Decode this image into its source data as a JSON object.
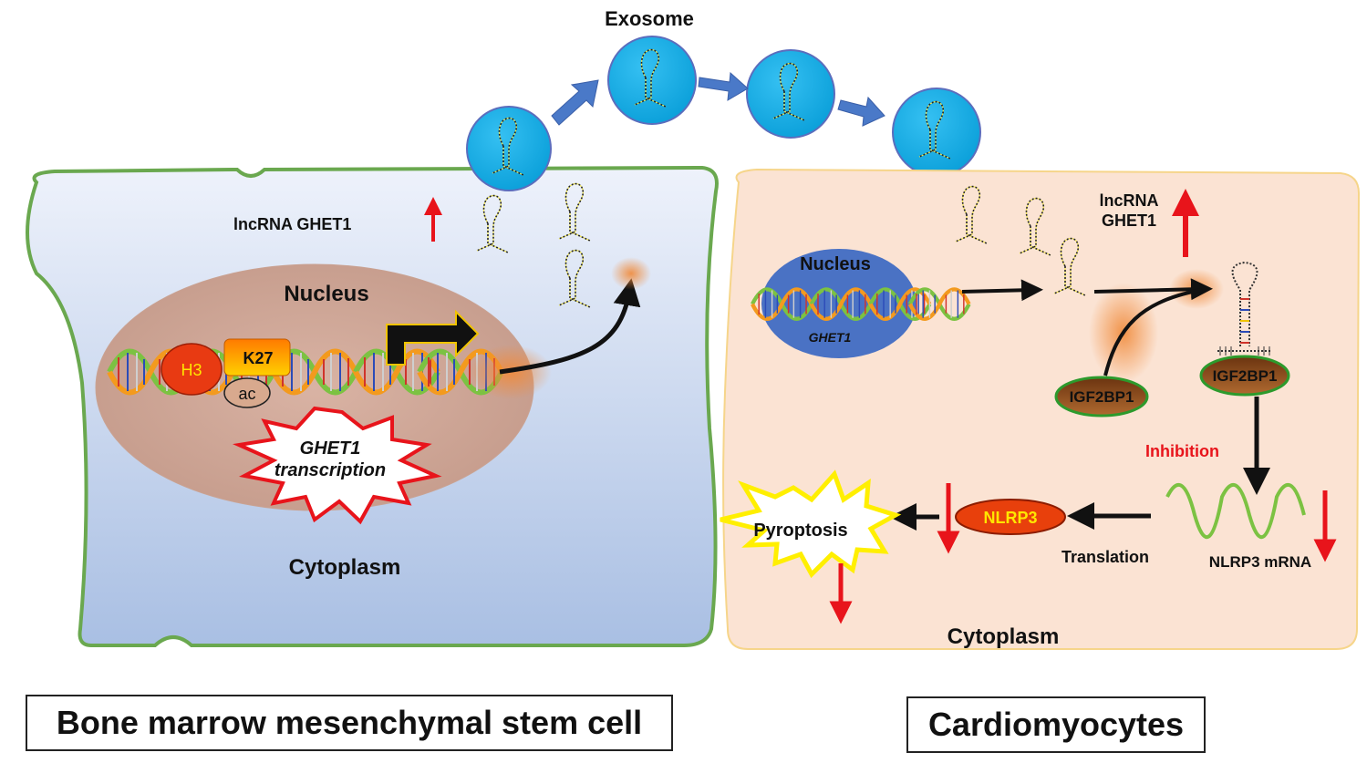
{
  "exosome_label": "Exosome",
  "left_cell": {
    "lncrna_label": "lncRNA GHET1",
    "nucleus_label": "Nucleus",
    "histone_h3": "H3",
    "histone_k27": "K27",
    "histone_ac": "ac",
    "transcription_line1": "GHET1",
    "transcription_line2": "transcription",
    "cytoplasm_label": "Cytoplasm",
    "caption": "Bone marrow mesenchymal stem cell"
  },
  "right_cell": {
    "nucleus_label": "Nucleus",
    "gene_label": "GHET1",
    "lncrna_line1": "lncRNA",
    "lncrna_line2": "GHET1",
    "igf2bp1_free": "IGF2BP1",
    "igf2bp1_bound": "IGF2BP1",
    "inhibition_label": "Inhibition",
    "mrna_label": "NLRP3 mRNA",
    "translation_label": "Translation",
    "nlrp3_label": "NLRP3",
    "pyroptosis_label": "Pyroptosis",
    "cytoplasm_label": "Cytoplasm",
    "caption": "Cardiomyocytes"
  },
  "colors": {
    "left_cell_fill_top": "#eef2fb",
    "left_cell_fill_bottom": "#a9bfe3",
    "left_cell_border": "#6aa84f",
    "right_cell_fill": "#fbe3d3",
    "right_cell_border": "#f6d58a",
    "exosome_fill": "#12aee8",
    "exosome_border": "#5b6dbd",
    "up_down_arrow": "#e8141b",
    "inhibition_text": "#e8141b",
    "right_nucleus": "#4a72c4",
    "igf2bp1_fill": "#8b4513",
    "igf2bp1_border": "#2c9a2c",
    "nlrp3_fill": "#e8400c",
    "nlrp3_text": "#ffe600",
    "h3_text": "#ffe600"
  }
}
